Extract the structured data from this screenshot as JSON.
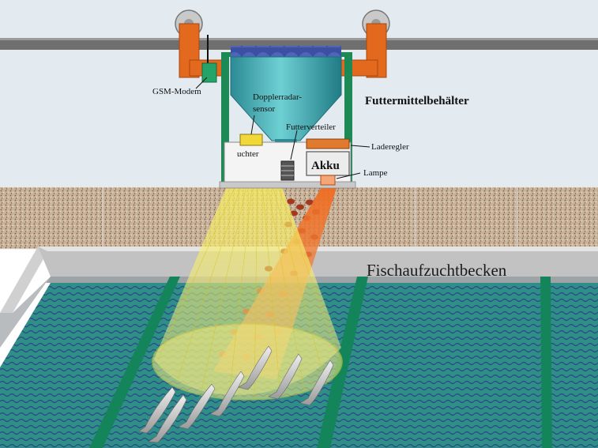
{
  "labels": {
    "gsm_modem": "GSM-Modem",
    "doppler_radar_sensor_line1": "Dopplerradar-",
    "doppler_radar_sensor_line2": "sensor",
    "feed_container": "Futtermittelbehälter",
    "feed_distributor": "Futterverteiler",
    "charge_controller": "Laderegler",
    "battery": "Akku",
    "lamp": "Lampe",
    "camera_partial": "uchter",
    "fish_pool": "Fischaufzuchtbecken"
  },
  "colors": {
    "sky": "#dfe8ee",
    "rail": "#777777",
    "bracket": "#e06a1e",
    "hopper": "#35a8b0",
    "frame": "#1f8a55",
    "gravel": "#b8a48c",
    "water": "#2e8c86",
    "pool_rim": "#c8c8c8",
    "yellow_beam": "#f1e24a",
    "orange_beam": "#e8641e",
    "feed_pellet": "#a9381f"
  }
}
